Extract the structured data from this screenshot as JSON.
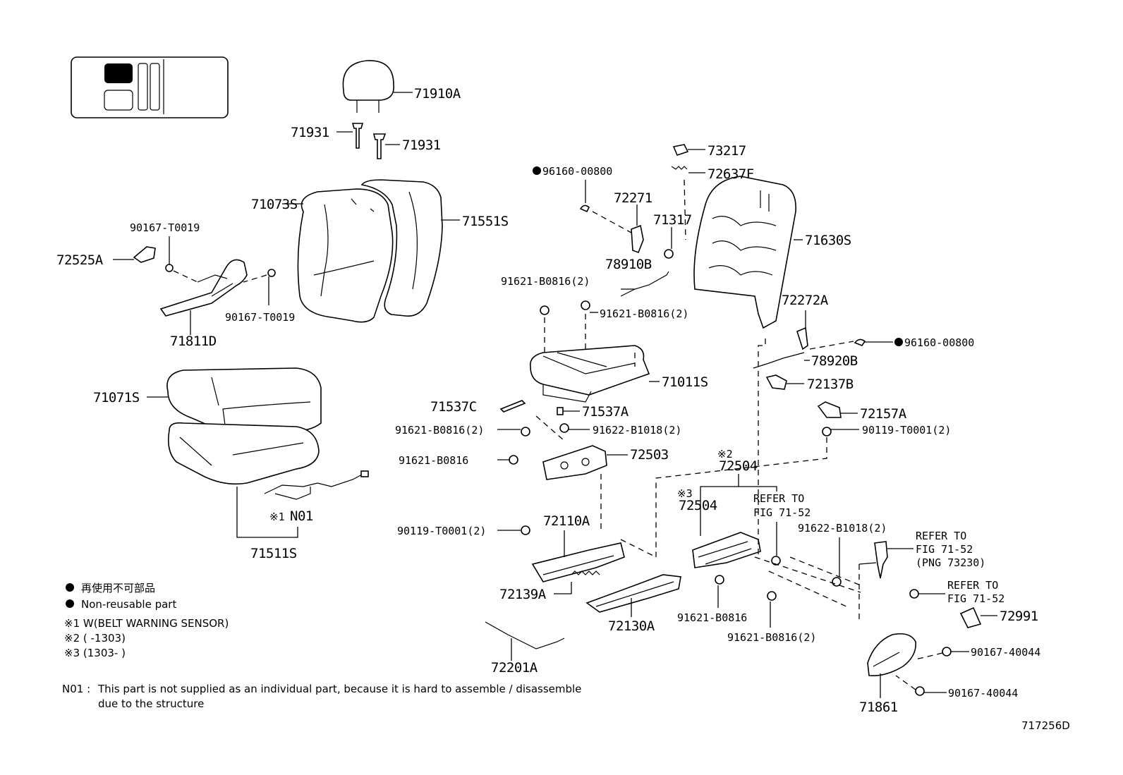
{
  "labels": {
    "p71910A": "71910A",
    "p71931a": "71931",
    "p71931b": "71931",
    "p73217": "73217",
    "p72637F": "72637F",
    "p96160a": "96160-00800",
    "p72271": "72271",
    "p71317": "71317",
    "p71073S": "71073S",
    "p71551S": "71551S",
    "p71630S": "71630S",
    "p90167_T0019a": "90167-T0019",
    "p72525A": "72525A",
    "p90167_T0019b": "90167-T0019",
    "p71811D": "71811D",
    "p78910B": "78910B",
    "p91621_B0816_2a": "91621-B0816(2)",
    "p91621_B0816_2b": "91621-B0816(2)",
    "p72272A": "72272A",
    "p96160b": "96160-00800",
    "p78920B": "78920B",
    "p71071S": "71071S",
    "p71011S": "71011S",
    "p72137B": "72137B",
    "p71537C": "71537C",
    "p71537A": "71537A",
    "p72157A": "72157A",
    "p91621_B0816_2c": "91621-B0816(2)",
    "p91622_B1018_2a": "91622-B1018(2)",
    "p90119_T0001_2a": "90119-T0001(2)",
    "p91621_B0816a": "91621-B0816",
    "p72503": "72503",
    "p72504a_mark": "※2",
    "p72504a": "72504",
    "p72504b_mark": "※3",
    "p72504b": "72504",
    "refer1_l1": "REFER TO",
    "refer1_l2": "FIG 71-52",
    "pN01_mark": "※1",
    "pN01": "N01",
    "p71511S": "71511S",
    "p90119_T0001_2b": "90119-T0001(2)",
    "p72110A": "72110A",
    "p91622_B1018_2b": "91622-B1018(2)",
    "refer2_l1": "REFER TO",
    "refer2_l2": "FIG 71-52",
    "refer2_l3": "(PNG 73230)",
    "p72139A": "72139A",
    "refer3_l1": "REFER TO",
    "refer3_l2": "FIG 71-52",
    "p72991": "72991",
    "p91621_B0816b": "91621-B0816",
    "p72130A": "72130A",
    "p91621_B0816_2d": "91621-B0816(2)",
    "p90167_40044a": "90167-40044",
    "p72201A": "72201A",
    "p71861": "71861",
    "p90167_40044b": "90167-40044"
  },
  "legend": {
    "jp_nonreusable": "再使用不可部品",
    "en_nonreusable": "Non-reusable part",
    "note1": "※1 W(BELT WARNING SENSOR)",
    "note2": "※2 (      -1303)",
    "note3": "※3 (1303-      )"
  },
  "footnote": {
    "prefix": "N01 :",
    "line1": "This part is not supplied as an individual part, because it is hard to assemble / disassemble",
    "line2": "due to the structure"
  },
  "figure_id": "717256D"
}
